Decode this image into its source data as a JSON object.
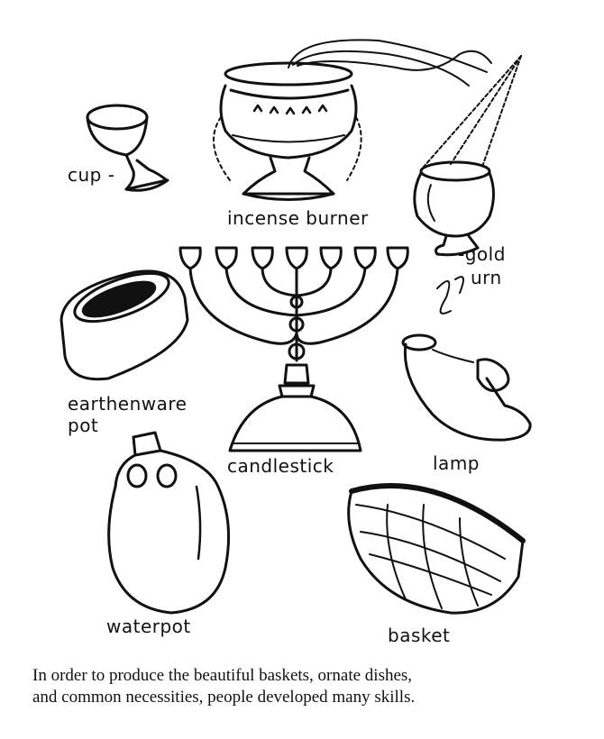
{
  "labels": {
    "cup": "cup -",
    "incense_burner": "incense burner",
    "gold": "-gold",
    "urn": "urn",
    "earthenware": "earthenware",
    "pot": "pot",
    "lamp": "lamp",
    "candlestick": "candlestick",
    "waterpot": "waterpot",
    "basket": "basket"
  },
  "caption": {
    "line1": "In order to produce the beautiful baskets, ornate dishes,",
    "line2": "and common necessities, people developed many skills."
  }
}
